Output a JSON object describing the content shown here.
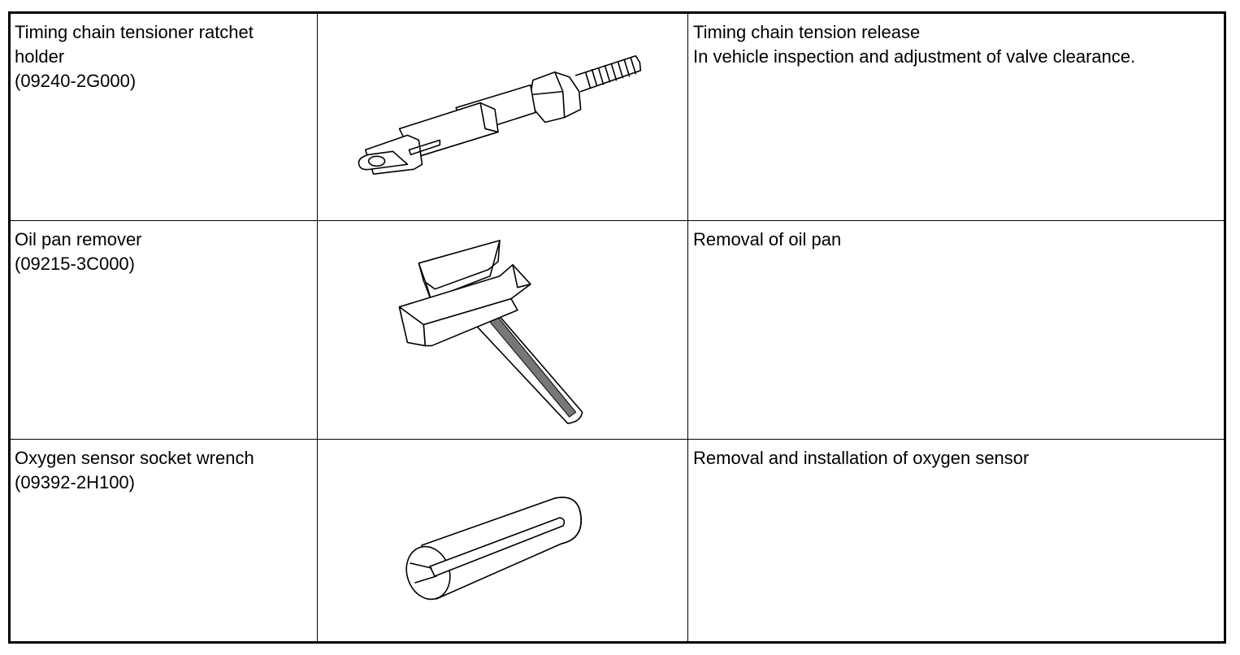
{
  "tools": [
    {
      "name_lines": [
        "Timing chain tensioner ratchet",
        "holder",
        "(09240-2G000)"
      ],
      "illustration_icon": "ratchet-holder-icon",
      "use_lines": [
        "Timing chain tension release",
        "In vehicle inspection and adjustment of valve clearance."
      ]
    },
    {
      "name_lines": [
        "Oil pan remover",
        "(09215-3C000)"
      ],
      "illustration_icon": "oil-pan-remover-icon",
      "use_lines": [
        "Removal of oil pan"
      ]
    },
    {
      "name_lines": [
        "Oxygen sensor socket wrench",
        "(09392-2H100)"
      ],
      "illustration_icon": "socket-wrench-icon",
      "use_lines": [
        "Removal and installation of oxygen sensor"
      ]
    }
  ]
}
